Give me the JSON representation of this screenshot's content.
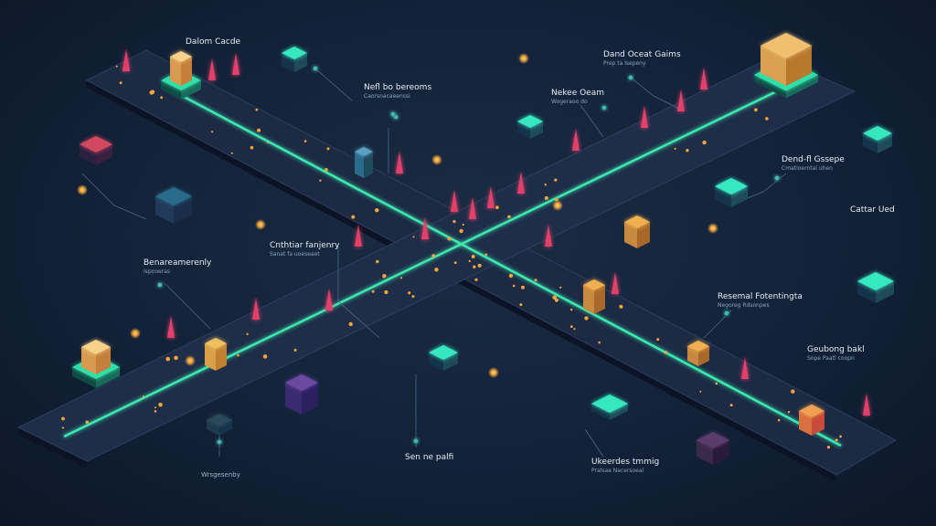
{
  "labels": [
    {
      "title": "Dalom Cacde",
      "sub": ""
    },
    {
      "title": "Nefl bo bereoms",
      "sub": "Caorsnacaeenssi"
    },
    {
      "title": "Dand Oceat Gaims",
      "sub": "Prep ta lsepeny"
    },
    {
      "title": "Nekee Oeam",
      "sub": "Wogeraoo do"
    },
    {
      "title": "Dend-fl Gssepe",
      "sub": "Cmatioerntal uhen"
    },
    {
      "title": "Cattar Ued",
      "sub": ""
    },
    {
      "title": "Benareamerenly",
      "sub": "Ispooeras"
    },
    {
      "title": "Cnthtiar fanjenry",
      "sub": "Sanat fa uoeseaet"
    },
    {
      "title": "Resemal Fotentingta",
      "sub": "Negoreg Rdsonpes"
    },
    {
      "title": "Geubong bakl",
      "sub": "Sope Paatl coopn"
    },
    {
      "title": "Sen ne palfi",
      "sub": ""
    },
    {
      "title": "Ukeerdes tmmig",
      "sub": "Pralsaa Nacersoeal"
    },
    {
      "title": "Wrsgesenby",
      "sub": ""
    }
  ],
  "colors": {
    "road": "#1c2a44",
    "path_glow": "#3ee8b0",
    "accent_gold": "#f5a53a",
    "spike": "#e0406a"
  }
}
